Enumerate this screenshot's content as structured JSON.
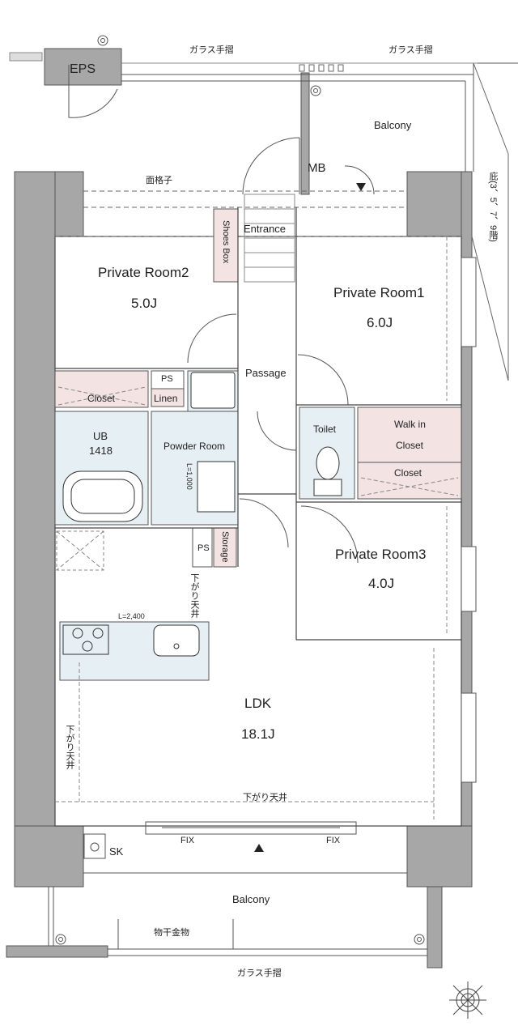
{
  "labels": {
    "eps": "EPS",
    "glass_rail_top_left": "ガラス手摺",
    "glass_rail_top_right": "ガラス手摺",
    "balcony_top": "Balcony",
    "mb": "MB",
    "face_lattice": "面格子",
    "eave": "庇(3、5、7、9階)",
    "entrance": "Entrance",
    "shoes_box": "Shoes Box",
    "private_room2": "Private Room2",
    "private_room2_size": "5.0J",
    "private_room1": "Private Room1",
    "private_room1_size": "6.0J",
    "passage": "Passage",
    "ps_top": "PS",
    "linen": "Linen",
    "closet_left": "Closet",
    "ub": "UB",
    "ub_size": "1418",
    "powder_room": "Powder Room",
    "l1000": "L=1,000",
    "toilet": "Toilet",
    "walk_in": "Walk in",
    "walk_in_closet": "Closet",
    "closet_right": "Closet",
    "ps_bottom": "PS",
    "storage": "Storage",
    "private_room3": "Private Room3",
    "private_room3_size": "4.0J",
    "lowered_ceiling_1": "下がり天井",
    "l2400": "L=2,400",
    "ldk": "LDK",
    "ldk_size": "18.1J",
    "lowered_ceiling_2": "下がり天井",
    "lowered_ceiling_3": "下がり天井",
    "fix_left": "FIX",
    "fix_right": "FIX",
    "sk": "SK",
    "balcony_bottom": "Balcony",
    "drying_hardware": "物干金物",
    "glass_rail_bottom": "ガラス手摺"
  },
  "colors": {
    "wall": "#a7a7a7",
    "line": "#444444",
    "closet_fill": "#f3e3e3",
    "wet_fill": "#e6f0f4",
    "bg": "#ffffff"
  },
  "icons": [
    "stove-icon",
    "sink-icon",
    "bathtub-icon",
    "toilet-icon",
    "compass-icon",
    "entrance-arrow-icon"
  ]
}
